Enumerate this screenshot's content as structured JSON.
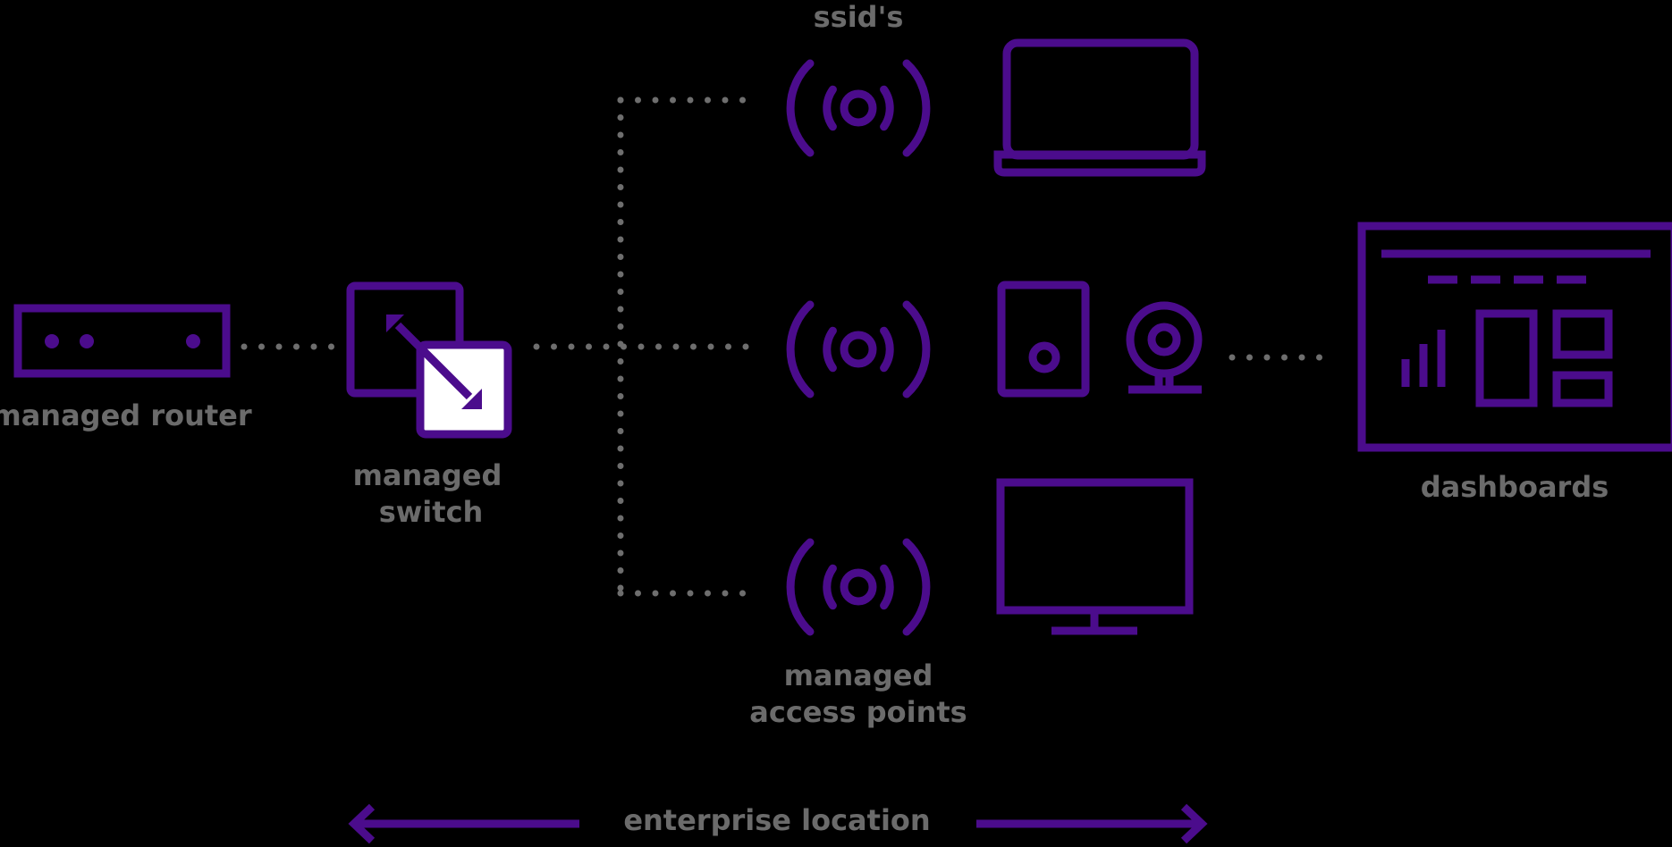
{
  "labels": {
    "ssids": "ssid's",
    "router": "managed router",
    "switch_line1": "managed",
    "switch_line2": "switch",
    "access_points_line1": "managed",
    "access_points_line2": "access points",
    "dashboards": "dashboards",
    "location": "enterprise location"
  },
  "colors": {
    "accent": "#4b0c8c",
    "label": "#6b6b6b",
    "connector": "#6e6e6e",
    "background": "#000000"
  },
  "icons": [
    "router-icon",
    "switch-icon",
    "wireless-signal-icon",
    "laptop-icon",
    "tablet-icon",
    "webcam-icon",
    "monitor-icon",
    "dashboard-icon",
    "arrow-left-icon",
    "arrow-right-icon"
  ]
}
